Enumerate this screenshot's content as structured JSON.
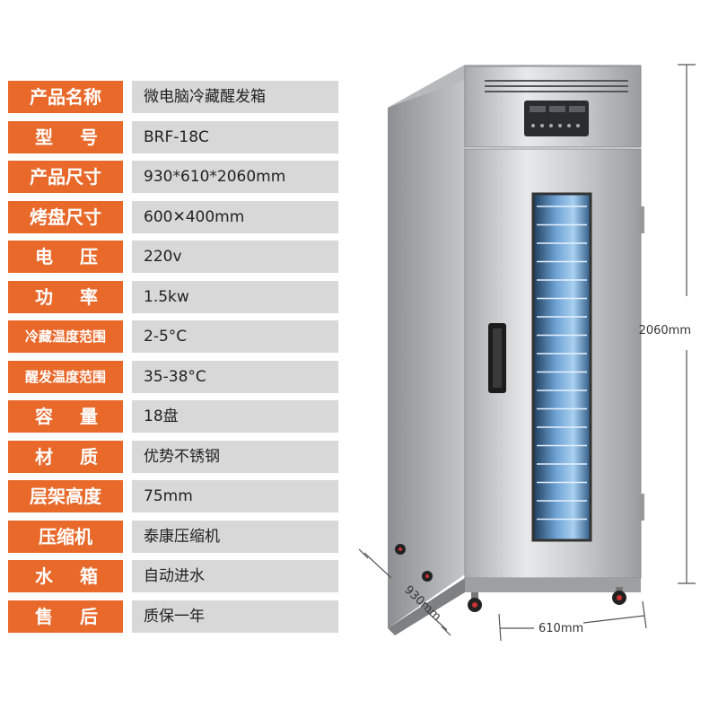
{
  "specs": [
    {
      "label": "产品名称",
      "value": "微电脑冷藏醒发箱",
      "style": "normal"
    },
    {
      "label": "型号",
      "value": "BRF-18C",
      "style": "spaced"
    },
    {
      "label": "产品尺寸",
      "value": "930*610*2060mm",
      "style": "normal"
    },
    {
      "label": "烤盘尺寸",
      "value": "600✕400mm",
      "style": "normal"
    },
    {
      "label": "电压",
      "value": "220v",
      "style": "spaced"
    },
    {
      "label": "功率",
      "value": "1.5kw",
      "style": "spaced"
    },
    {
      "label": "冷藏温度范围",
      "value": "2-5°C",
      "style": "small"
    },
    {
      "label": "醒发温度范围",
      "value": "35-38°C",
      "style": "small"
    },
    {
      "label": "容量",
      "value": "18盘",
      "style": "spaced"
    },
    {
      "label": "材质",
      "value": "优势不锈钢",
      "style": "spaced"
    },
    {
      "label": "层架高度",
      "value": "75mm",
      "style": "normal"
    },
    {
      "label": "压缩机",
      "value": "泰康压缩机",
      "style": "normal"
    },
    {
      "label": "水箱",
      "value": "自动进水",
      "style": "spaced"
    },
    {
      "label": "售后",
      "value": "质保一年",
      "style": "spaced"
    }
  ],
  "dimensions": {
    "height": "2060mm",
    "depth": "930mm",
    "width": "610mm"
  },
  "colors": {
    "label_bg": "#e9692b",
    "value_bg": "#d8d8d8",
    "dimension_line": "#555555"
  }
}
